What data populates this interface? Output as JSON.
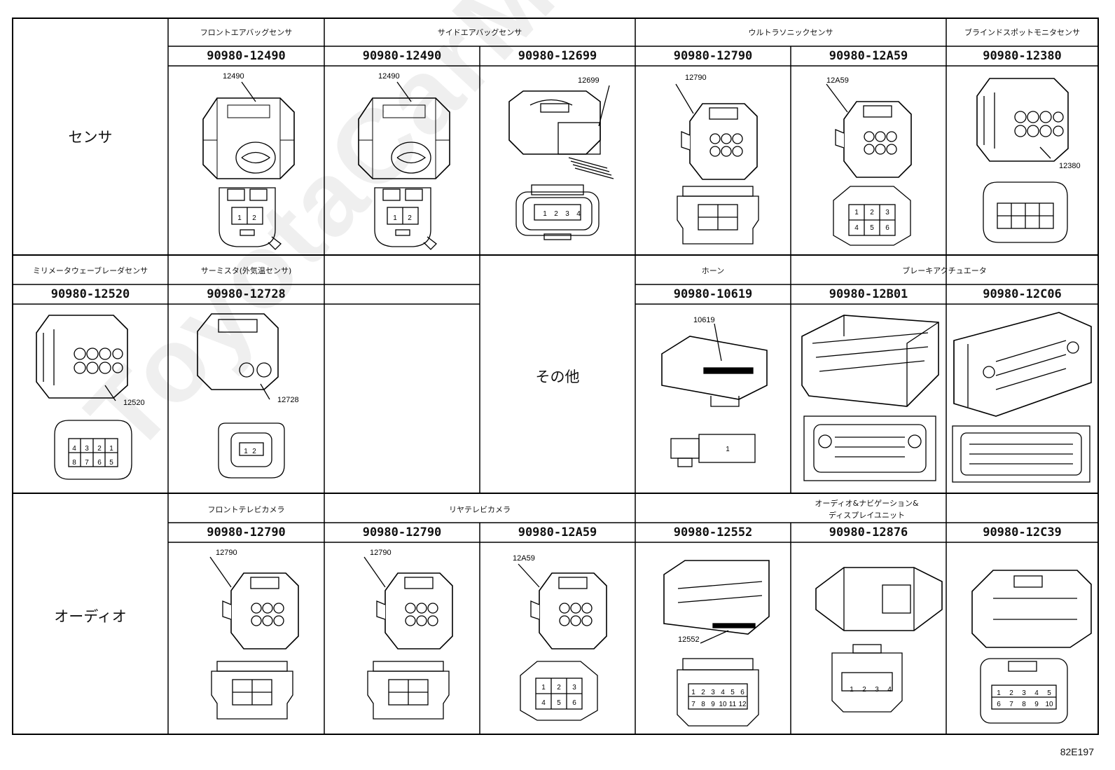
{
  "categories": {
    "sensor": "センサ",
    "other": "その他",
    "audio": "オーディオ"
  },
  "headers": {
    "front_airbag": "フロントエアバッグセンサ",
    "side_airbag": "サイドエアバッグセンサ",
    "ultrasonic": "ウルトラソニックセンサ",
    "blind_spot": "ブラインドスポットモニタセンサ",
    "mmwave": "ミリメータウェーブレーダセンサ",
    "thermistor": "サーミスタ(外気温センサ)",
    "horn": "ホーン",
    "brake_actuator": "ブレーキアクチュエータ",
    "front_tv_camera": "フロントテレビカメラ",
    "rear_tv_camera": "リヤテレビカメラ",
    "audio_nav_line1": "オーディオ&ナビゲーション&",
    "audio_nav_line2": "ディスプレイユニット"
  },
  "parts": {
    "r1c1": "90980-12490",
    "r1c2": "90980-12490",
    "r1c3": "90980-12699",
    "r1c4": "90980-12790",
    "r1c5": "90980-12A59",
    "r1c6": "90980-12380",
    "r2c0": "90980-12520",
    "r2c1": "90980-12728",
    "r2c4": "90980-10619",
    "r2c5": "90980-12B01",
    "r2c6": "90980-12C06",
    "r3c1": "90980-12790",
    "r3c2": "90980-12790",
    "r3c3": "90980-12A59",
    "r3c4": "90980-12552",
    "r3c5": "90980-12876",
    "r3c6": "90980-12C39"
  },
  "callouts": {
    "r1c1": "12490",
    "r1c2": "12490",
    "r1c3": "12699",
    "r1c4": "12790",
    "r1c5": "12A59",
    "r1c6": "12380",
    "r2c0": "12520",
    "r2c1": "12728",
    "r2c4": "10619",
    "r3c1": "12790",
    "r3c2": "12790",
    "r3c3": "12A59",
    "r3c4": "12552"
  },
  "pins": {
    "two": [
      "1",
      "2"
    ],
    "four": [
      "1",
      "2",
      "3",
      "4"
    ],
    "six": [
      "1",
      "2",
      "3",
      "4",
      "5",
      "6"
    ],
    "eight": [
      "4",
      "3",
      "2",
      "1",
      "8",
      "7",
      "6",
      "5"
    ],
    "horn": [
      "1"
    ],
    "twelve": [
      "1",
      "2",
      "3",
      "4",
      "5",
      "6",
      "7",
      "8",
      "9",
      "10",
      "11",
      "12"
    ],
    "three": [
      "1",
      "2",
      "3",
      "4"
    ],
    "ten": [
      "1",
      "2",
      "3",
      "4",
      "5",
      "6",
      "7",
      "8",
      "9",
      "10"
    ]
  },
  "watermark": "ToyotaCarManuals.ru",
  "footer": {
    "code": "82E197"
  }
}
